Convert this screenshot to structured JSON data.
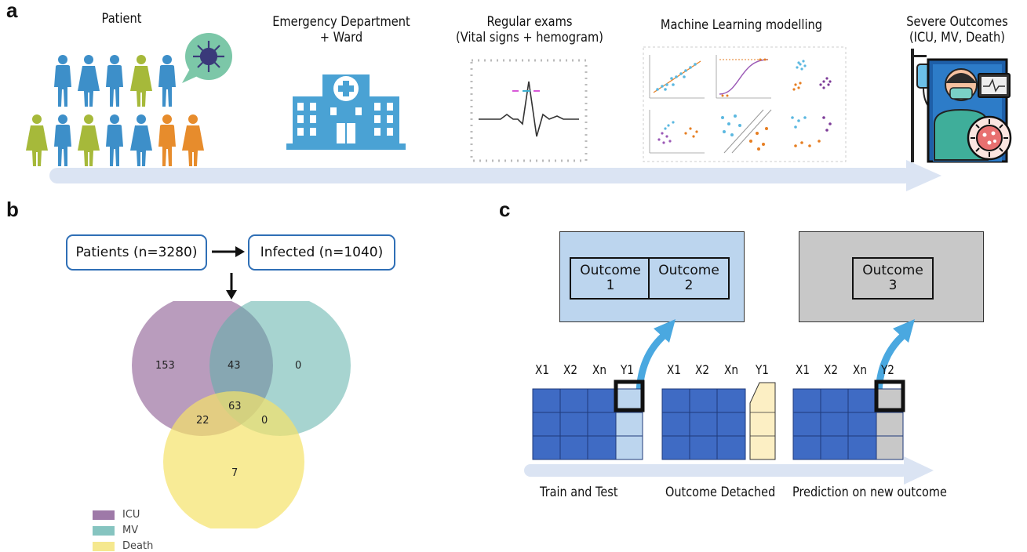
{
  "panel_labels": {
    "a": "a",
    "b": "b",
    "c": "c"
  },
  "panel_a": {
    "stages": [
      {
        "title": "Patient"
      },
      {
        "title_line1": "Emergency Department",
        "title_line2": "+ Ward"
      },
      {
        "title_line1": "Regular exams",
        "title_line2": "(Vital signs + hemogram)"
      },
      {
        "title": "Machine Learning modelling"
      },
      {
        "title_line1": "Severe Outcomes",
        "title_line2": "(ICU, MV, Death)"
      }
    ]
  },
  "panel_b": {
    "flow": {
      "patients": "Patients (n=3280)",
      "infected": "Infected (n=1040)"
    },
    "venn": {
      "icu_only": "153",
      "icu_mv": "43",
      "mv_only": "0",
      "all_three": "63",
      "icu_death": "22",
      "mv_death": "0",
      "death_only": "7"
    },
    "legend": [
      {
        "label": "ICU",
        "color": "#9e79a8"
      },
      {
        "label": "MV",
        "color": "#86c4c0"
      },
      {
        "label": "Death",
        "color": "#f5e88e"
      }
    ]
  },
  "panel_c": {
    "outcome1_line1": "Outcome",
    "outcome1_line2": "1",
    "outcome2_line1": "Outcome",
    "outcome2_line2": "2",
    "outcome3_line1": "Outcome",
    "outcome3_line2": "3",
    "tables": [
      {
        "cols": [
          "X1",
          "X2",
          "Xn",
          "Y1"
        ]
      },
      {
        "cols": [
          "X1",
          "X2",
          "Xn",
          "Y1"
        ]
      },
      {
        "cols": [
          "X1",
          "X2",
          "Xn",
          "Y2"
        ]
      }
    ],
    "steps": [
      "Train and Test",
      "Outcome Detached",
      "Prediction on new outcome"
    ]
  },
  "colors": {
    "person_blue": "#3d8fc9",
    "person_green": "#a6b93a",
    "person_orange": "#e78c2c",
    "hospital": "#4aa2d4",
    "arrow": "#dbe4f3",
    "table_blue": "#3f6bc4",
    "outcome_blue_bg": "#bcd5ee",
    "outcome_grey_bg": "#c8c8c8"
  }
}
